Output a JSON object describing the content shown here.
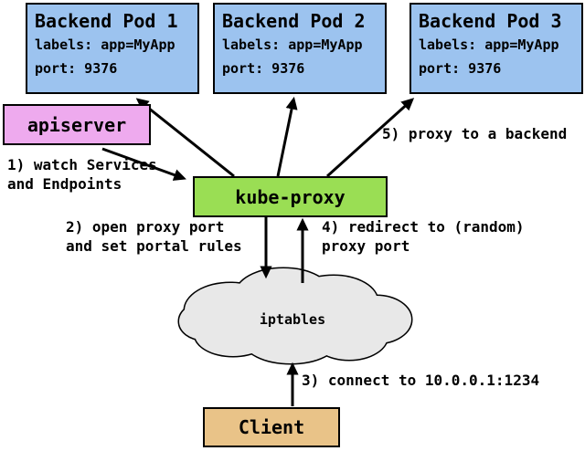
{
  "pods": [
    {
      "title": "Backend Pod 1",
      "labels": "labels: app=MyApp",
      "port": "port: 9376"
    },
    {
      "title": "Backend Pod 2",
      "labels": "labels: app=MyApp",
      "port": "port: 9376"
    },
    {
      "title": "Backend Pod 3",
      "labels": "labels: app=MyApp",
      "port": "port: 9376"
    }
  ],
  "nodes": {
    "apiserver": "apiserver",
    "kube_proxy": "kube-proxy",
    "iptables": "iptables",
    "client": "Client"
  },
  "annotations": {
    "step1": "1) watch Services\nand Endpoints",
    "step2": "2) open proxy port\nand set portal rules",
    "step3": "3) connect to 10.0.0.1:1234",
    "step4": "4) redirect to (random)\nproxy port",
    "step5": "5) proxy to a backend"
  },
  "colors": {
    "pod_fill": "#9cc3ef",
    "apiserver_fill": "#eeaaee",
    "kube_proxy_fill": "#9ade54",
    "client_fill": "#e9c388",
    "cloud_fill": "#e8e8e8",
    "line": "#000000",
    "background": "#ffffff"
  }
}
